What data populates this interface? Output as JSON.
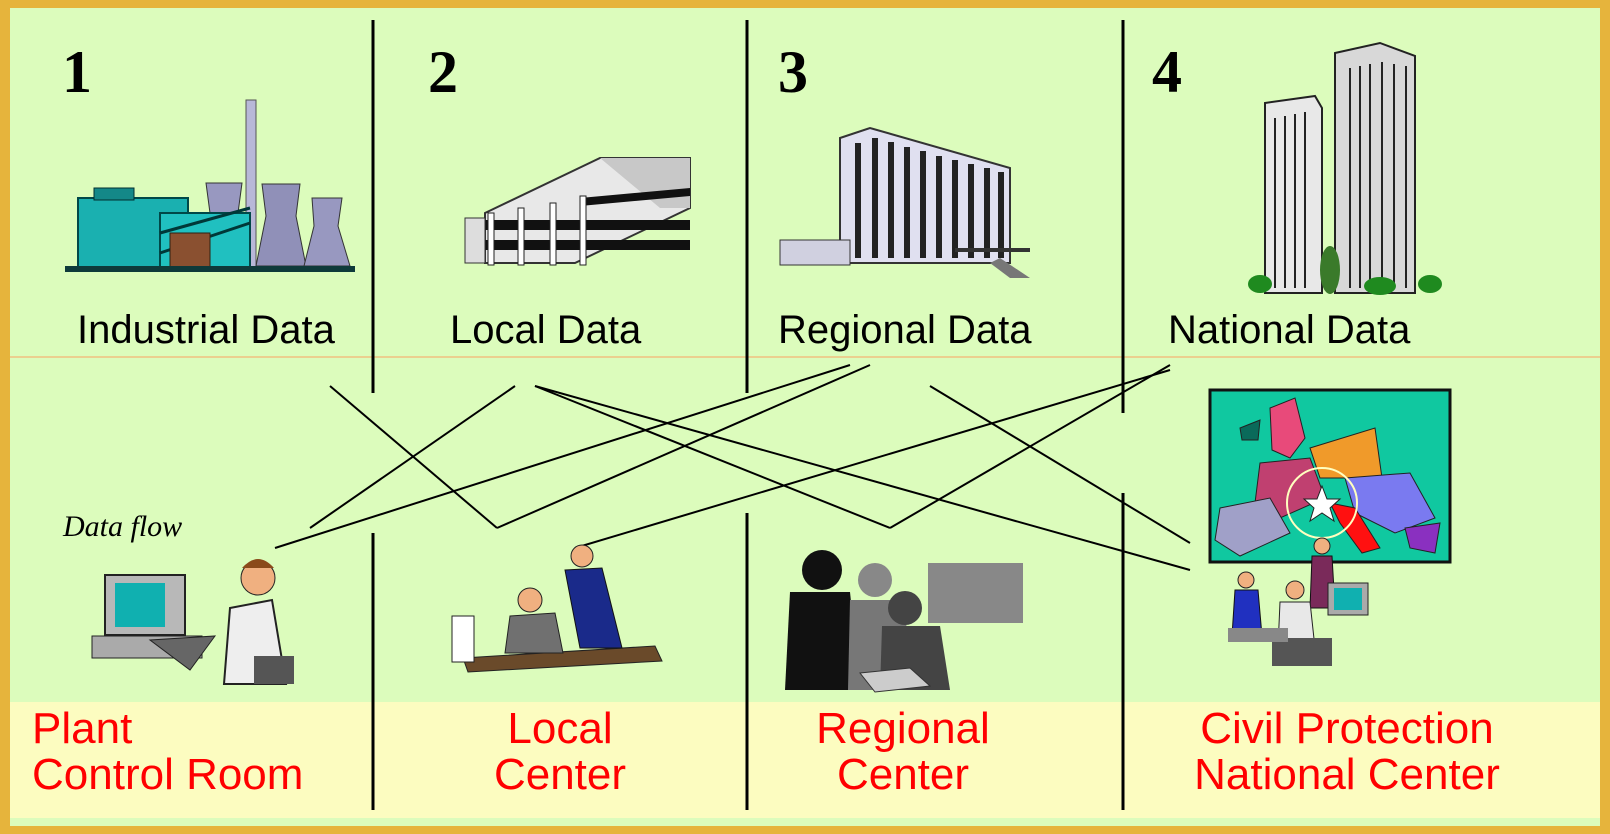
{
  "columns": [
    {
      "number": "1",
      "data_label": "Industrial Data",
      "center_label": "Plant\nControl Room"
    },
    {
      "number": "2",
      "data_label": "Local Data",
      "center_label": "Local\nCenter"
    },
    {
      "number": "3",
      "data_label": "Regional Data",
      "center_label": "Regional\nCenter"
    },
    {
      "number": "4",
      "data_label": "National Data",
      "center_label": "Civil Protection\nNational Center"
    }
  ],
  "flow_note": "Data flow",
  "colors": {
    "frame": "#e6b43c",
    "panel": "#dcfcbc",
    "label_band": "#fcfcc0",
    "center_text": "#ff0000"
  }
}
